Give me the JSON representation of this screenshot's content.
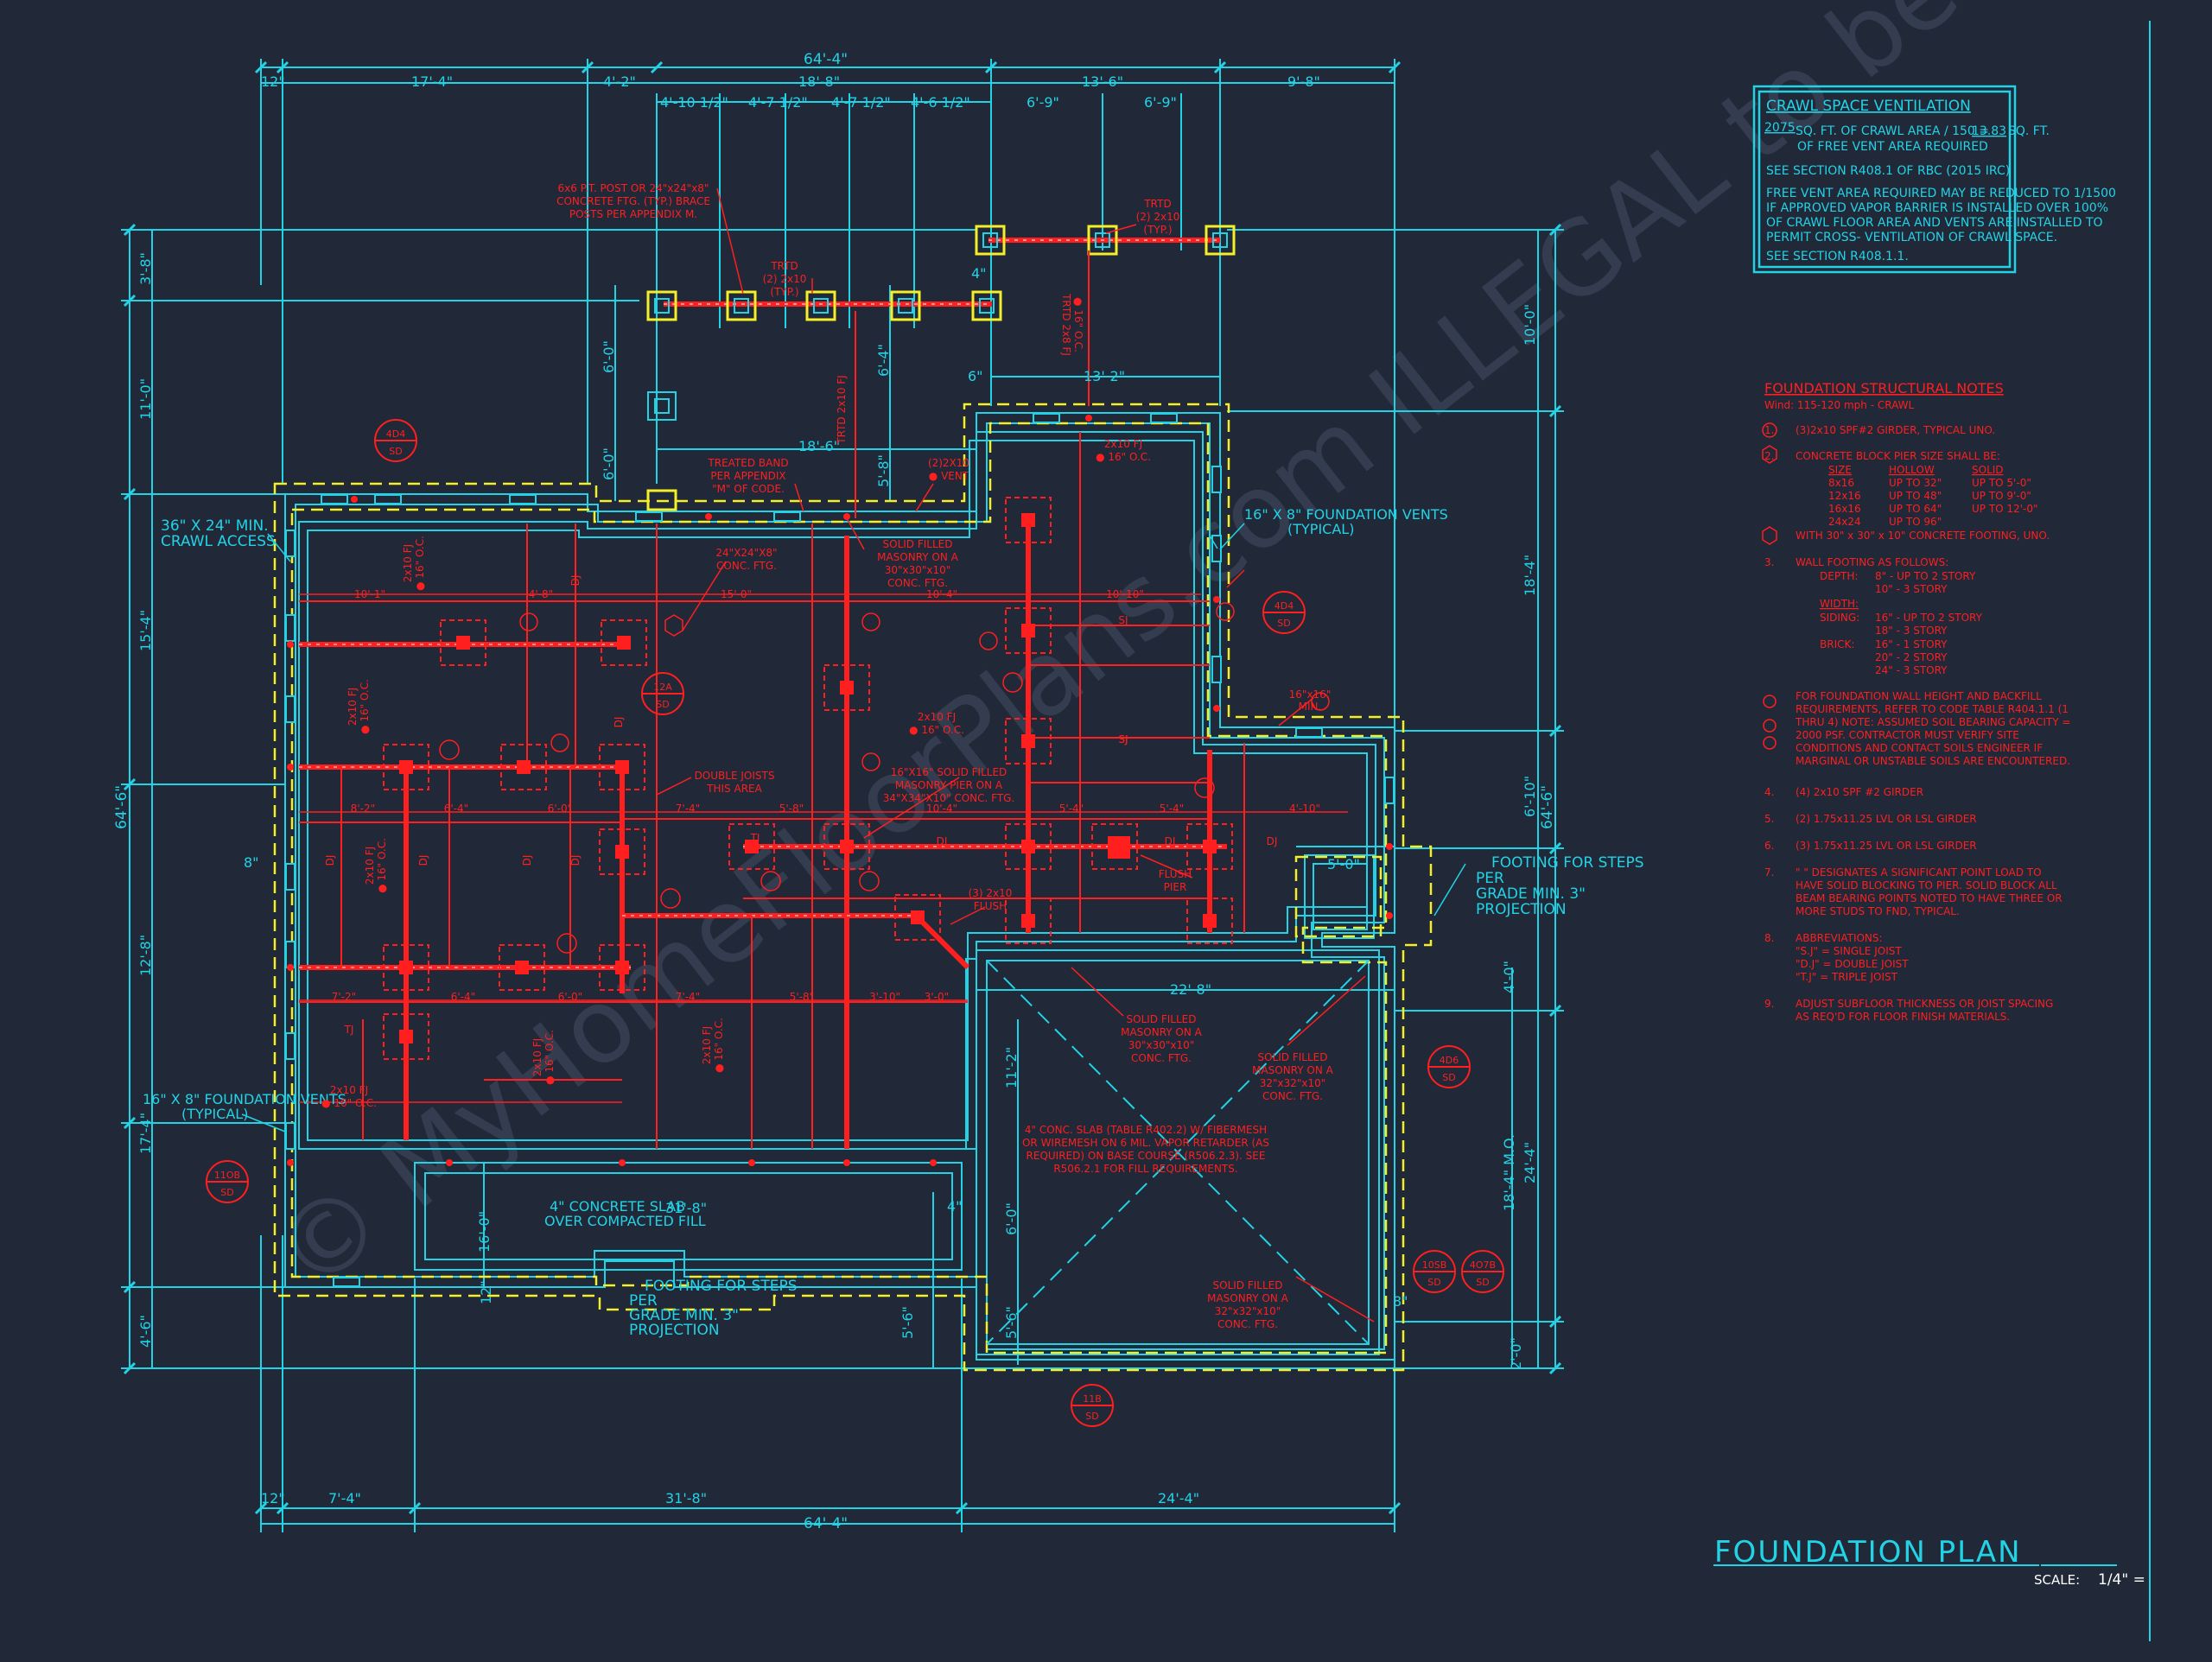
{
  "title": "FOUNDATION PLAN",
  "scale_label": "SCALE:",
  "scale_value": "1/4\" =",
  "watermark": "© MyHomeFloorPlans.com  ILLEGAL to be used for Construction • May be used for Estimations",
  "colors": {
    "background": "#212838",
    "cyan": "#22d3e6",
    "red": "#ff1f1f",
    "yellow": "#f5ee2a",
    "watermark": "#5b6478"
  },
  "overall_dims": {
    "top": "64'-4\"",
    "bottom": "64'-4\"",
    "left": "64'-6\"",
    "right": "64'-6\""
  },
  "top_dims_row1": [
    "12\"",
    "17'-4\"",
    "4'-2\"",
    "18'-8\"",
    "13'-6\"",
    "9'-8\""
  ],
  "top_dims_row2": [
    "4'-10 1/2\"",
    "4'-7 1/2\"",
    "4'-7 1/2\"",
    "4'-6 1/2\"",
    "6'-9\"",
    "6'-9\""
  ],
  "bottom_dims": [
    "12\"",
    "7'-4\"",
    "31'-8\"",
    "24'-4\""
  ],
  "left_dims": [
    "3'-8\"",
    "11'-0\"",
    "15'-4\"",
    "12'-8\"",
    "17'-4\"",
    "4'-6\""
  ],
  "right_dims": [
    "10'-0\"",
    "18'-4\"",
    "6'-10\"",
    "4'-0\"",
    "24'-4\"",
    "2'-0\""
  ],
  "misc_dims": [
    "6'-0\"",
    "6'-0\"",
    "6'-4\"",
    "5'-8\"",
    "18'-6\"",
    "13'-2\"",
    "6\"",
    "4\"",
    "22'-8\"",
    "11'-2\"",
    "6'-0\"",
    "5'-6\"",
    "16'-0\"",
    "31'-8\"",
    "5'-6\"",
    "5'-0\"",
    "8\"",
    "18'-4\" M.O.",
    "12\"",
    "4\"",
    "8\""
  ],
  "crawl_box": {
    "title": "CRAWL SPACE VENTILATION",
    "line1a": "2075",
    "line1b": "SQ. FT. OF CRAWL AREA / 150 =",
    "line1c": "13.83",
    "line1d": "SQ. FT.",
    "line2": "OF FREE VENT AREA REQUIRED",
    "line3": "SEE SECTION R408.1 OF RBC (2015 IRC)",
    "line4": "FREE VENT AREA REQUIRED MAY BE REDUCED TO 1/1500",
    "line5": "IF APPROVED VAPOR BARRIER IS INSTALLED OVER 100%",
    "line6": "OF CRAWL FLOOR AREA AND VENTS ARE INSTALLED TO",
    "line7": "PERMIT CROSS- VENTILATION OF CRAWL SPACE.",
    "line8": "SEE SECTION R408.1.1."
  },
  "notes": {
    "title": "FOUNDATION STRUCTURAL NOTES",
    "wind": "Wind: 115-120 mph - CRAWL",
    "n1": "(3)2x10 SPF#2 GIRDER, TYPICAL UNO.",
    "n2": "CONCRETE BLOCK PIER SIZE SHALL BE:",
    "n2_headers": [
      "SIZE",
      "HOLLOW",
      "SOLID"
    ],
    "n2_rows": [
      [
        "8x16",
        "UP TO 32\"",
        "UP TO 5'-0\""
      ],
      [
        "12x16",
        "UP TO 48\"",
        "UP TO 9'-0\""
      ],
      [
        "16x16",
        "UP TO 64\"",
        "UP TO 12'-0\""
      ],
      [
        "24x24",
        "UP TO 96\"",
        ""
      ]
    ],
    "n2_foot": "WITH 30\" x 30\" x 10\" CONCRETE FOOTING, UNO.",
    "n3": "WALL FOOTING AS FOLLOWS:",
    "n3_depth_label": "DEPTH:",
    "n3_depth": [
      "8\" - UP TO 2 STORY",
      "10\" - 3 STORY"
    ],
    "n3_width_label": "WIDTH:",
    "n3_siding_label": "SIDING:",
    "n3_siding": [
      "16\" - UP TO 2 STORY",
      "18\" - 3 STORY"
    ],
    "n3_brick_label": "BRICK:",
    "n3_brick": [
      "16\" - 1 STORY",
      "20\" - 2 STORY",
      "24\" - 3 STORY"
    ],
    "n4a": "FOR FOUNDATION WALL HEIGHT AND BACKFILL",
    "n4b": "REQUIREMENTS, REFER TO CODE TABLE R404.1.1 (1",
    "n4c": "THRU 4) NOTE: ASSUMED SOIL BEARING CAPACITY =",
    "n4d": "2000 PSF. CONTRACTOR MUST VERIFY SITE",
    "n4e": "CONDITIONS AND CONTACT SOILS ENGINEER IF",
    "n4f": "MARGINAL OR UNSTABLE SOILS ARE ENCOUNTERED.",
    "n5": "(4) 2x10 SPF #2 GIRDER",
    "n6": "(2) 1.75x11.25 LVL OR LSL GIRDER",
    "n7": "(3) 1.75x11.25 LVL OR LSL GIRDER",
    "n8a": "\" \" DESIGNATES A SIGNIFICANT POINT LOAD TO",
    "n8b": "HAVE SOLID BLOCKING TO PIER. SOLID BLOCK ALL",
    "n8c": "BEAM BEARING POINTS NOTED TO HAVE THREE OR",
    "n8d": "MORE STUDS TO FND, TYPICAL.",
    "n9": "ABBREVIATIONS:",
    "n9a": "\"S.J\" = SINGLE JOIST",
    "n9b": "\"D.J\" = DOUBLE JOIST",
    "n9c": "\"T.J\" = TRIPLE JOIST",
    "n10a": "ADJUST SUBFLOOR THICKNESS OR JOIST SPACING",
    "n10b": "AS REQ'D FOR FLOOR FINISH MATERIALS."
  },
  "callouts": {
    "crawl_access": [
      "36\" X 24\" MIN.",
      "CRAWL ACCESS"
    ],
    "vents_right": [
      "16\" X 8\" FOUNDATION VENTS",
      "(TYPICAL)"
    ],
    "vents_left": [
      "16\" X 8\" FOUNDATION VENTS",
      "(TYPICAL)"
    ],
    "footing_steps_right": [
      "FOOTING FOR STEPS",
      "PER",
      "GRADE MIN. 3\"",
      "PROJECTION"
    ],
    "footing_steps_bottom": [
      "FOOTING FOR STEPS",
      "PER",
      "GRADE MIN. 3\"",
      "PROJECTION"
    ],
    "slab_bottom": [
      "4\" CONCRETE SLAB",
      "OVER COMPACTED FILL"
    ],
    "post": [
      "6x6 P.T. POST OR 24\"x24\"x8\"",
      "CONCRETE FTG. (TYP.) BRACE",
      "POSTS PER APPENDIX M."
    ],
    "trtd_left": [
      "TRTD",
      "(2) 2x10",
      "(TYP.)"
    ],
    "trtd_right": [
      "TRTD",
      "(2) 2x10",
      "(TYP.)"
    ],
    "treated_band": [
      "TREATED BAND",
      "PER APPENDIX",
      "\"M\" OF CODE."
    ],
    "vent_2x10": [
      "(2)2X10",
      "● VENT"
    ],
    "conc_ftg_24": [
      "24\"X24\"X8\"",
      "CONC. FTG."
    ],
    "solid_masonry_top": [
      "SOLID FILLED",
      "MASONRY ON A",
      "30\"x30\"x10\"",
      "CONC. FTG."
    ],
    "double_joists": [
      "DOUBLE JOISTS",
      "THIS AREA"
    ],
    "solid_masonry_16": [
      "16\"X16\" SOLID FILLED",
      "MASONRY PIER ON A",
      "34\"X34\"X10\" CONC. FTG."
    ],
    "flush_beam": [
      "(3) 2x10",
      "FLUSH"
    ],
    "flush_pier": [
      "FLUSH",
      "PIER"
    ],
    "solid_masonry_garage": [
      "SOLID FILLED",
      "MASONRY ON A",
      "30\"x30\"x10\"",
      "CONC. FTG."
    ],
    "solid_masonry_32a": [
      "SOLID FILLED",
      "MASONRY ON A",
      "32\"x32\"x10\"",
      "CONC. FTG."
    ],
    "solid_masonry_32b": [
      "SOLID FILLED",
      "MASONRY ON A",
      "32\"x32\"x10\"",
      "CONC. FTG."
    ],
    "garage_slab": [
      "4\" CONC. SLAB (TABLE R402.2) W/ FIBERMESH",
      "OR WIREMESH ON 6 MIL. VAPOR RETARDER (AS",
      "REQUIRED) ON BASE COURSE (R506.2.3). SEE",
      "R506.2.1 FOR FILL REQUIREMENTS."
    ],
    "min_16": [
      "16\"x16\"",
      "MIN."
    ],
    "trtd_fj": "TRTD 2x8 FJ",
    "trtd_fj_oc": "● 16\" O.C.",
    "trtd_fj2": "TRTD 2x10 FJ"
  },
  "joist_labels": [
    "2x10 FJ",
    "● 16\" O.C.",
    "2x10 FJ",
    "● 16\" O.C.",
    "2x10 FJ",
    "● 16\" O.C.",
    "2x10 FJ",
    "● 16\" O.C.",
    "2x10 FJ",
    "● 16\" O.C.",
    "2x10 FJ",
    "● 16\" O.C.",
    "2x10 FJ",
    "● 16\" O.C.",
    "2x10 FJ",
    "● 16\" O.C."
  ],
  "span_labels": [
    "10'-1\"",
    "4'-8\"",
    "15'-0\"",
    "10'-4\"",
    "10'-10\"",
    "8'-2\"",
    "6'-4\"",
    "6'-0\"",
    "7'-4\"",
    "5'-8\"",
    "10'-4\"",
    "5'-4\"",
    "5'-4\"",
    "4'-10\"",
    "7'-2\"",
    "6'-4\"",
    "6'-0\"",
    "7'-4\"",
    "5'-8\"",
    "3'-10\"",
    "3'-0\""
  ],
  "member_tags": [
    "SJ",
    "SJ",
    "DJ",
    "DJ",
    "DJ",
    "DJ",
    "DJ",
    "DJ",
    "TJ",
    "TJ",
    "DJ",
    "DJ",
    "DJ",
    "SJ"
  ],
  "section_marks": [
    {
      "num": "4D4",
      "ref": "SD"
    },
    {
      "num": "4D4",
      "ref": "SD"
    },
    {
      "num": "12A",
      "ref": "SD"
    },
    {
      "num": "11OB",
      "ref": "SD"
    },
    {
      "num": "4D6",
      "ref": "SD"
    },
    {
      "num": "10SB",
      "ref": "SD"
    },
    {
      "num": "4O7B",
      "ref": "SD"
    },
    {
      "num": "11B",
      "ref": "SD"
    }
  ]
}
